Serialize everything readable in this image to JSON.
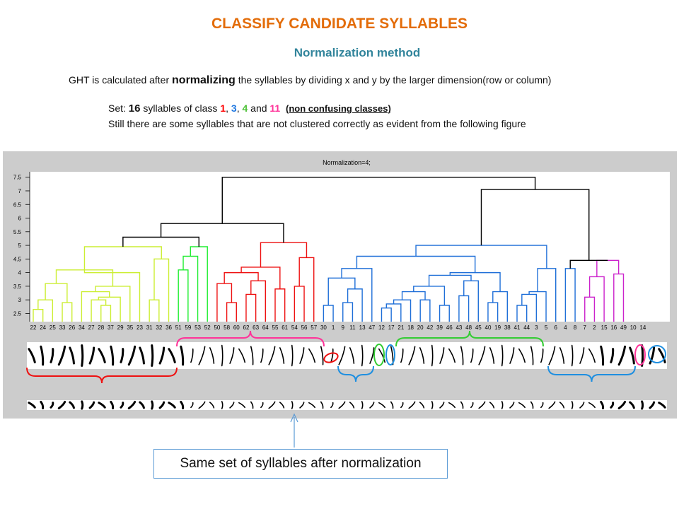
{
  "slide": {
    "title": "CLASSIFY CANDIDATE SYLLABLES",
    "subtitle": "Normalization method",
    "description": {
      "before": "GHT is calculated after ",
      "emphasis": "normalizing",
      "after": "  the syllables by dividing x and y by the larger dimension(row or column)"
    },
    "set_line": {
      "prefix": "Set: ",
      "count": "16",
      "middle": " syllables of class ",
      "class_1": "1",
      "class_3": "3",
      "class_4": "4",
      "class_11": "11",
      "sep": ", ",
      "and": " and ",
      "note": "(non confusing classes)"
    },
    "second_line": "Still there are some syllables that are not clustered correctly as evident from the following figure",
    "caption": "Same set of syllables after normalization"
  },
  "chart_data": {
    "type": "dendrogram",
    "title": "Normalization=4;",
    "ylim": [
      2.2,
      7.7
    ],
    "y_ticks": [
      "2.5",
      "3",
      "3.5",
      "4",
      "4.5",
      "5",
      "5.5",
      "6",
      "6.5",
      "7",
      "7.5"
    ],
    "leaf_labels": [
      "22",
      "24",
      "25",
      "33",
      "26",
      "34",
      "27",
      "28",
      "37",
      "29",
      "35",
      "23",
      "31",
      "32",
      "36",
      "51",
      "59",
      "53",
      "52",
      "50",
      "58",
      "60",
      "62",
      "63",
      "64",
      "55",
      "61",
      "54",
      "56",
      "57",
      "30",
      "1",
      "9",
      "11",
      "13",
      "47",
      "12",
      "17",
      "21",
      "18",
      "20",
      "42",
      "39",
      "46",
      "43",
      "48",
      "45",
      "40",
      "19",
      "38",
      "41",
      "44",
      "3",
      "5",
      "6",
      "4",
      "8",
      "7",
      "2",
      "15",
      "16",
      "49",
      "10",
      "14"
    ],
    "cluster_colors": {
      "class_group_a": "#ccee33",
      "class_group_b": "#22ee33",
      "class_group_c": "#ee1111",
      "class_group_d": "#1f6fd8",
      "class_group_e": "#cc22cc",
      "root": "#000000"
    },
    "annotation_colors": {
      "red": "#ee1111",
      "pink": "#ff3399",
      "green": "#33cc33",
      "blue": "#1f8fe0"
    },
    "grid": false
  }
}
